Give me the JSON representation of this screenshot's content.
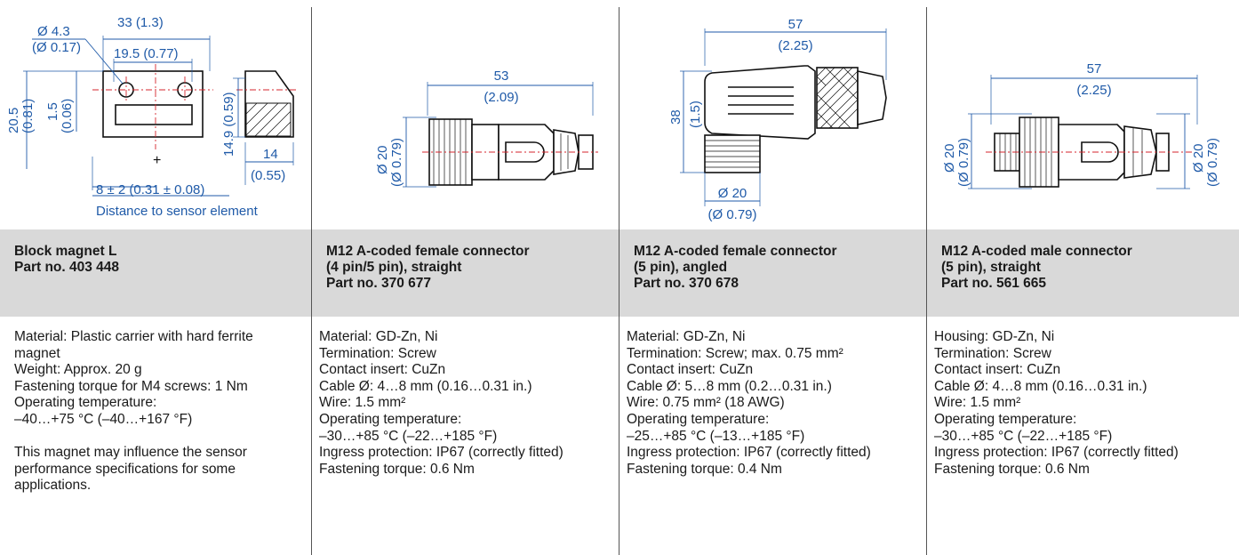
{
  "columns": [
    {
      "drawing": {
        "dims": [
          "Ø 4.3",
          "(Ø 0.17)",
          "33 (1.3)",
          "19.5 (0.77)",
          "20.5",
          "(0.81)",
          "1.5",
          "(0.06)",
          "14.9 (0.59)",
          "14",
          "(0.55)",
          "8 ± 2 (0.31 ± 0.08)",
          "Distance to sensor element"
        ]
      },
      "title": [
        "Block magnet L",
        "Part no. 403 448"
      ],
      "specs": [
        "Material: Plastic carrier with hard ferrite",
        "magnet",
        "Weight: Approx. 20 g",
        "Fastening torque for M4 screws: 1 Nm",
        "Operating temperature:",
        "–40…+75 °C (–40…+167 °F)"
      ],
      "note": [
        "This magnet may influence the sensor",
        "performance specifications for some",
        "applications."
      ]
    },
    {
      "drawing": {
        "dims": [
          "53",
          "(2.09)",
          "Ø 20",
          "(Ø 0.79)"
        ]
      },
      "title": [
        "M12 A-coded female connector",
        "(4 pin/5 pin), straight",
        "Part no. 370 677"
      ],
      "specs": [
        "Material: GD-Zn, Ni",
        "Termination: Screw",
        "Contact insert: CuZn",
        "Cable Ø: 4…8 mm (0.16…0.31 in.)",
        "Wire: 1.5 mm²",
        "Operating temperature:",
        "–30…+85 °C (–22…+185 °F)",
        "Ingress protection: IP67 (correctly fitted)",
        "Fastening torque: 0.6 Nm"
      ]
    },
    {
      "drawing": {
        "dims": [
          "57",
          "(2.25)",
          "38",
          "(1.5)",
          "Ø 20",
          "(Ø 0.79)"
        ]
      },
      "title": [
        "M12 A-coded female connector",
        "(5 pin), angled",
        "Part no. 370 678"
      ],
      "specs": [
        "Material: GD-Zn, Ni",
        "Termination: Screw; max. 0.75 mm²",
        "Contact insert: CuZn",
        "Cable Ø: 5…8 mm (0.2…0.31 in.)",
        "Wire: 0.75 mm² (18 AWG)",
        "Operating temperature:",
        "–25…+85 °C (–13…+185 °F)",
        "Ingress protection: IP67 (correctly fitted)",
        "Fastening torque: 0.4 Nm"
      ]
    },
    {
      "drawing": {
        "dims": [
          "57",
          "(2.25)",
          "Ø 20",
          "(Ø 0.79)",
          "Ø 20",
          "(Ø 0.79)"
        ]
      },
      "title": [
        "M12 A-coded male connector",
        "(5 pin), straight",
        "Part no. 561 665"
      ],
      "specs": [
        "Housing: GD-Zn, Ni",
        "Termination: Screw",
        "Contact insert: CuZn",
        "Cable Ø: 4…8 mm (0.16…0.31 in.)",
        "Wire: 1.5 mm²",
        "Operating temperature:",
        "–30…+85 °C (–22…+185 °F)",
        "Ingress protection: IP67 (correctly fitted)",
        "Fastening torque: 0.6 Nm"
      ]
    }
  ]
}
